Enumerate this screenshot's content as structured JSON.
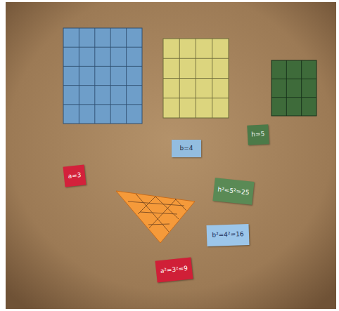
{
  "diagram": {
    "nodes": [
      {
        "text": [
          "h=5"
        ]
      },
      {
        "text": [
          "b=4"
        ]
      },
      {
        "text": [
          "a=3"
        ]
      },
      {
        "text": [
          "h²=5²=25"
        ]
      },
      {
        "text": [
          "b²=4²=16"
        ]
      },
      {
        "text": [
          "a²=3²=9"
        ]
      }
    ]
  }
}
